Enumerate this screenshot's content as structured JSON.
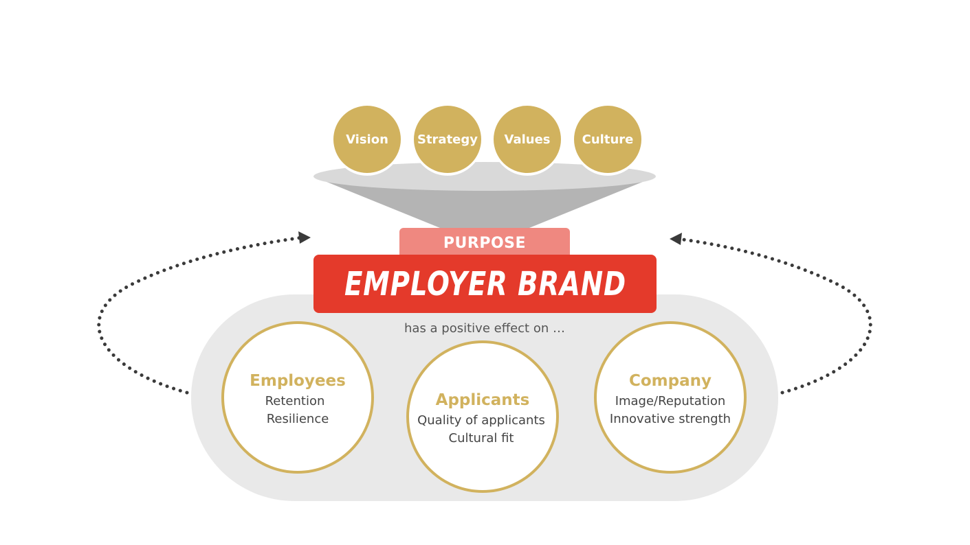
{
  "pillars": [
    {
      "label": "Vision"
    },
    {
      "label": "Strategy"
    },
    {
      "label": "Values"
    },
    {
      "label": "Culture"
    }
  ],
  "purpose": {
    "label": "PURPOSE"
  },
  "employer_brand": {
    "label": "EMPLOYER BRAND"
  },
  "effect": {
    "caption": "has a positive effect on …"
  },
  "targets": [
    {
      "title": "Employees",
      "lines": [
        "Retention",
        "Resilience"
      ]
    },
    {
      "title": "Applicants",
      "lines": [
        "Quality of applicants",
        "Cultural fit"
      ]
    },
    {
      "title": "Company",
      "lines": [
        "Image/Reputation",
        "Innovative strength"
      ]
    }
  ],
  "colors": {
    "gold": "#d1b25e",
    "brand_red": "#e43a2b",
    "purpose_salmon": "#ef8880",
    "funnel_gray": "#b4b4b4",
    "funnel_rim": "#d9d9d9",
    "background_pill": "#e9e9e9",
    "arrow_dots": "#3a3a3a"
  }
}
